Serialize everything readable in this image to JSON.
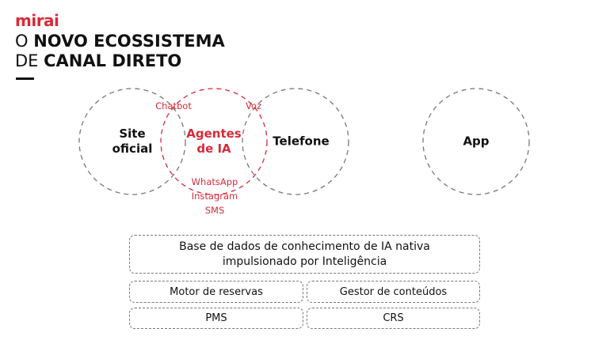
{
  "brand": "mirai",
  "title": {
    "line1_light": "O",
    "line1_bold": "NOVO ECOSSISTEMA",
    "line2_light": "DE",
    "line2_bold": "CANAL DIRETO"
  },
  "circles": {
    "site": "Site oficial",
    "agents": "Agentes de IA",
    "phone": "Telefone",
    "app": "App"
  },
  "channels": {
    "chatbot": "Chatbot",
    "voice": "Voz",
    "whatsapp": "WhatsApp",
    "instagram": "Instagram",
    "sms": "SMS"
  },
  "boxes": {
    "knowledge": "Base de dados de conhecimento de IA nativa impulsionado por Inteligência",
    "booking": "Motor de reservas",
    "cms": "Gestor de conteúdos",
    "pms": "PMS",
    "crs": "CRS"
  },
  "colors": {
    "accent": "#d62b3a",
    "dash": "#777777"
  }
}
